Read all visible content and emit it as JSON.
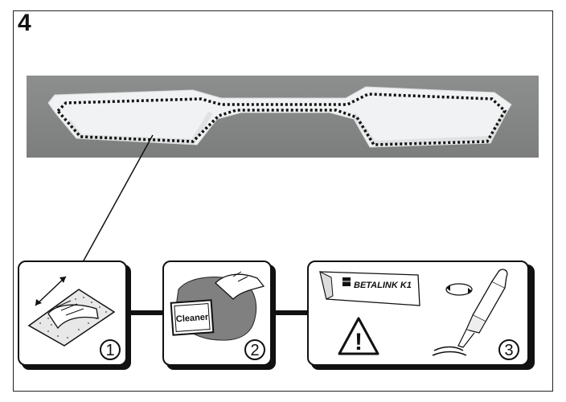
{
  "header": {
    "step_number": "4"
  },
  "steps": [
    {
      "number": "1",
      "icon": "sanding-pad-icon"
    },
    {
      "number": "2",
      "icon": "cleaner-wipe-icon",
      "product_label": "Cleaner"
    },
    {
      "number": "3",
      "icon": "adhesive-cartridge-icon",
      "product_label": "BETALINK K1",
      "warning": "!"
    }
  ],
  "colors": {
    "outline": "#111111",
    "photo_background": "#868887",
    "part": "#f2f3f4"
  }
}
